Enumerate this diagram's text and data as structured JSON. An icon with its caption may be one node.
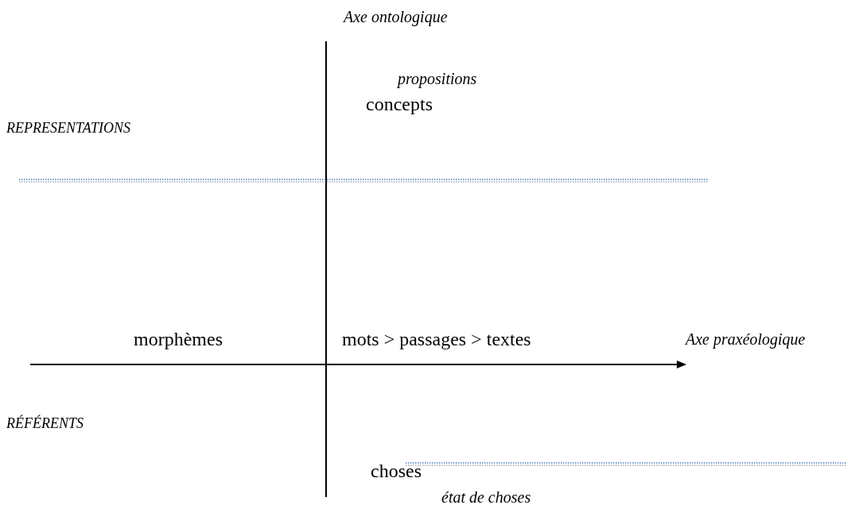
{
  "diagram": {
    "labels": [
      "Axe ontologique",
      "propositions",
      "concepts",
      "REPRESENTATIONS",
      "morphèmes",
      "mots > passages > textes",
      "Axe praxéologique",
      "RÉFÉRENTS",
      "choses",
      "état de choses"
    ]
  }
}
